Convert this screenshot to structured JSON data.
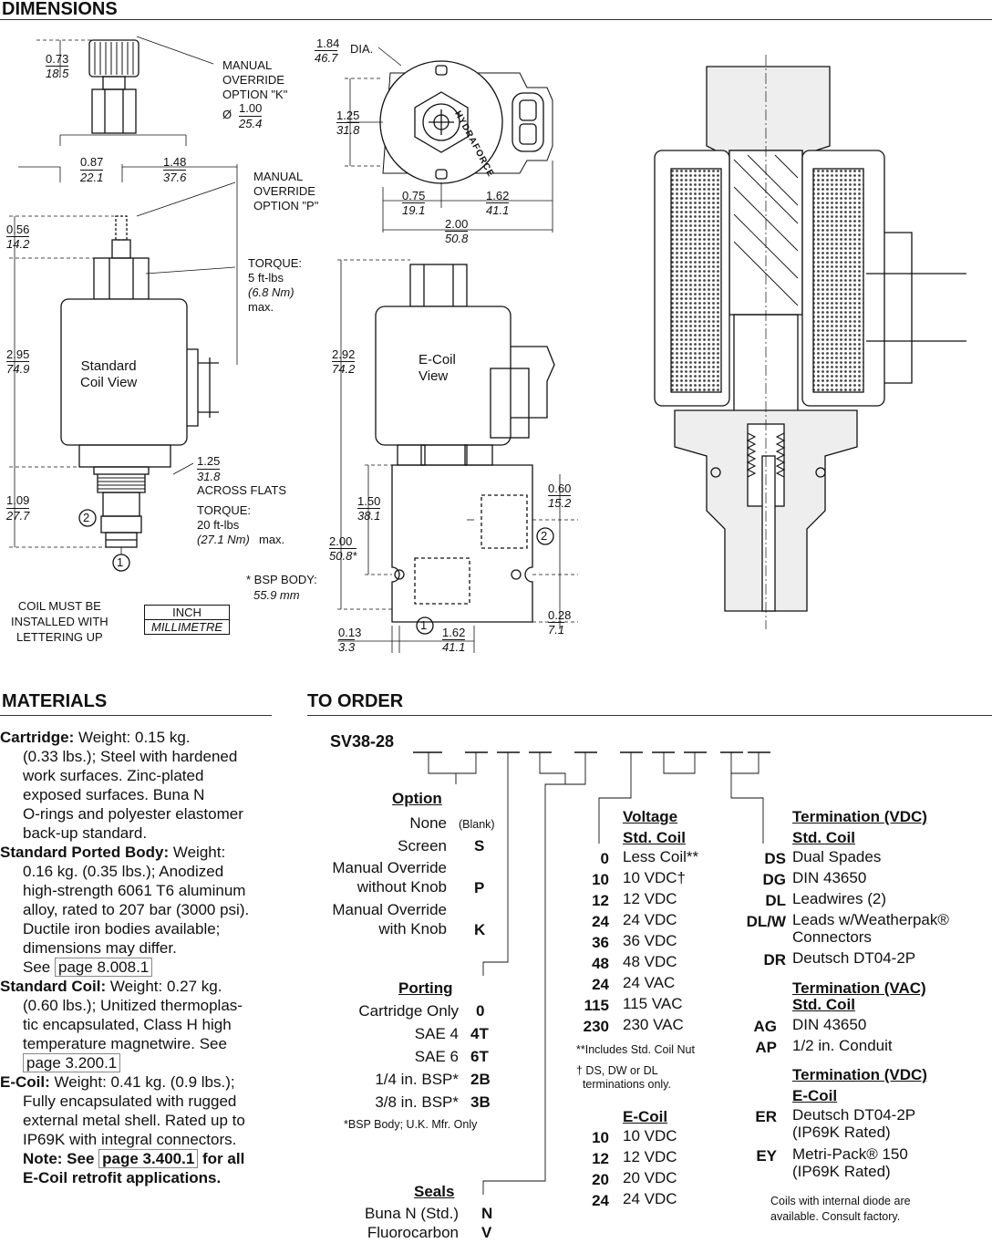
{
  "dimensions": {
    "title": "DIMENSIONS",
    "manual_override_k": "MANUAL\nOVERRIDE\nOPTION \"K\"",
    "knob_dia_prefix": "Ø",
    "knob_dia_in": "1.00",
    "knob_dia_mm": "25.4",
    "dim_073": "0.73",
    "dim_073_mm": "18.5",
    "dim_087": "0.87",
    "dim_087_mm": "22.1",
    "dim_148": "1.48",
    "dim_148_mm": "37.6",
    "manual_override_p": "MANUAL\nOVERRIDE\nOPTION \"P\"",
    "dim_056": "0.56",
    "dim_056_mm": "14.2",
    "torque1": "TORQUE:\n5 ft-lbs",
    "torque1_mm": "(6.8 Nm)",
    "torque1_max": "max.",
    "dim_295": "2.95",
    "dim_295_mm": "74.9",
    "standard_coil": "Standard\nCoil View",
    "dim_125_af": "1.25",
    "dim_125_af_mm": "31.8",
    "across_flats": "ACROSS FLATS",
    "torque2": "TORQUE:\n20 ft-lbs",
    "torque2_mm": "(27.1 Nm)",
    "torque2_max": "max.",
    "dim_109": "1.09",
    "dim_109_mm": "27.7",
    "port1": "1",
    "port2": "2",
    "coil_note": "COIL MUST BE\nINSTALLED WITH\nLETTERING UP",
    "unit_inch": "INCH",
    "unit_mm": "MILLIMETRE",
    "dim_184": "1.84",
    "dim_184_mm": "46.7",
    "dia": "DIA.",
    "dim_125": "1.25",
    "dim_125_mm": "31.8",
    "brand": "HYDRAFORCE",
    "dim_075": "0.75",
    "dim_075_mm": "19.1",
    "dim_162a": "1.62",
    "dim_162a_mm": "41.1",
    "dim_200a": "2.00",
    "dim_200a_mm": "50.8",
    "dim_292": "2.92",
    "dim_292_mm": "74.2",
    "ecoil": "E-Coil\nView",
    "dim_150": "1.50",
    "dim_150_mm": "38.1",
    "dim_200b": "2.00",
    "dim_200b_mm": "50.8*",
    "dim_060": "0.60",
    "dim_060_mm": "15.2",
    "bsp_note": "* BSP BODY:",
    "bsp_mm": "55.9 mm",
    "dim_013": "0.13",
    "dim_013_mm": "3.3",
    "dim_162b": "1.62",
    "dim_162b_mm": "41.1",
    "dim_028": "0.28",
    "dim_028_mm": "7.1"
  },
  "materials": {
    "title": "MATERIALS",
    "cartridge_label": "Cartridge:",
    "cartridge_text": " Weight: 0.15 kg.",
    "cartridge_lines": [
      "(0.33 lbs.); Steel with hardened",
      "work surfaces. Zinc-plated",
      "exposed surfaces. Buna N",
      "O-rings and polyester elastomer",
      "back-up standard."
    ],
    "body_label": "Standard Ported Body:",
    "body_text": " Weight:",
    "body_lines": [
      "0.16 kg. (0.35 lbs.); Anodized",
      "high-strength 6061 T6 aluminum",
      "alloy, rated to 207 bar (3000 psi).",
      "Ductile iron bodies available;",
      "dimensions may differ."
    ],
    "body_see": "See",
    "body_link": "page 8.008.1",
    "coil_label": "Standard Coil:",
    "coil_text": "  Weight: 0.27 kg.",
    "coil_lines": [
      "(0.60 lbs.); Unitized thermoplas-",
      "tic encapsulated, Class H high",
      "temperature magnetwire. See"
    ],
    "coil_link": "page 3.200.1",
    "ecoil_label": "E-Coil:",
    "ecoil_text": " Weight: 0.41 kg. (0.9 lbs.);",
    "ecoil_lines": [
      "Fully encapsulated with rugged",
      "external metal shell. Rated up to",
      "IP69K with integral connectors."
    ],
    "ecoil_note": "Note: See",
    "ecoil_link": "page 3.400.1",
    "ecoil_note_end": " for all",
    "ecoil_note2": "E-Coil retrofit applications."
  },
  "order": {
    "title": "TO ORDER",
    "model": "SV38-28",
    "option_head": "Option",
    "options": [
      {
        "label": "None",
        "code": "(Blank)"
      },
      {
        "label": "Screen",
        "code": "S"
      },
      {
        "label": "Manual Override\nwithout Knob",
        "code": "P"
      },
      {
        "label": "Manual Override\nwith Knob",
        "code": "K"
      }
    ],
    "porting_head": "Porting",
    "porting": [
      {
        "label": "Cartridge Only",
        "code": "0"
      },
      {
        "label": "SAE 4",
        "code": "4T"
      },
      {
        "label": "SAE 6",
        "code": "6T"
      },
      {
        "label": "1/4 in. BSP*",
        "code": "2B"
      },
      {
        "label": "3/8 in. BSP*",
        "code": "3B"
      }
    ],
    "bsp_footnote": "*BSP Body; U.K. Mfr. Only",
    "seals_head": "Seals",
    "seals": [
      {
        "label": "Buna N (Std.)",
        "code": "N"
      },
      {
        "label": "Fluorocarbon",
        "code": "V"
      }
    ],
    "voltage_head": "Voltage",
    "voltage_sub": "Std. Coil",
    "voltages": [
      {
        "code": "0",
        "label": "Less Coil**"
      },
      {
        "code": "10",
        "label": "10 VDC†"
      },
      {
        "code": "12",
        "label": "12 VDC"
      },
      {
        "code": "24",
        "label": "24 VDC"
      },
      {
        "code": "36",
        "label": "36 VDC"
      },
      {
        "code": "48",
        "label": "48 VDC"
      },
      {
        "code": "24",
        "label": "24 VAC"
      },
      {
        "code": "115",
        "label": "115 VAC"
      },
      {
        "code": "230",
        "label": "230 VAC"
      }
    ],
    "coil_nut_note": "**Includes Std. Coil Nut",
    "dagger_note": "† DS, DW or DL\n  terminations only.",
    "ecoil_head": "E-Coil",
    "ecoil_voltages": [
      {
        "code": "10",
        "label": "10 VDC"
      },
      {
        "code": "12",
        "label": "12 VDC"
      },
      {
        "code": "20",
        "label": "20 VDC"
      },
      {
        "code": "24",
        "label": "24 VDC"
      }
    ],
    "term_vdc_head": "Termination (VDC)",
    "term_vdc_sub": "Std. Coil",
    "term_vdc": [
      {
        "code": "DS",
        "label": "Dual Spades"
      },
      {
        "code": "DG",
        "label": "DIN 43650"
      },
      {
        "code": "DL",
        "label": "Leadwires (2)"
      },
      {
        "code": "DL/W",
        "label": "Leads w/Weatherpak®\nConnectors"
      },
      {
        "code": "DR",
        "label": "Deutsch DT04-2P"
      }
    ],
    "term_vac_head": "Termination (VAC)",
    "term_vac_sub": "Std. Coil",
    "term_vac": [
      {
        "code": "AG",
        "label": "DIN 43650"
      },
      {
        "code": "AP",
        "label": "1/2 in. Conduit"
      }
    ],
    "term_ecoil_head": "Termination (VDC)",
    "term_ecoil_sub": "E-Coil",
    "term_ecoil": [
      {
        "code": "ER",
        "label": "Deutsch DT04-2P\n(IP69K Rated)"
      },
      {
        "code": "EY",
        "label": "Metri-Pack® 150\n(IP69K Rated)"
      }
    ],
    "diode_note": "Coils with internal diode are\navailable. Consult factory."
  }
}
